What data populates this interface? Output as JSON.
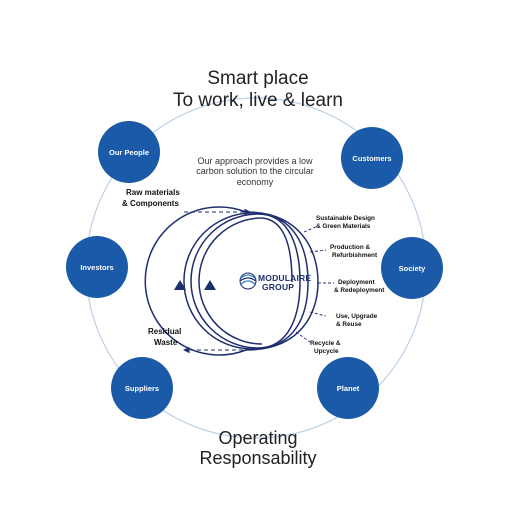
{
  "header": {
    "line1": "Smart place",
    "line2": "To work, live & learn"
  },
  "footer": {
    "line1": "Operating",
    "line2": "Responsability"
  },
  "approach_text": "Our approach provides a low carbon solution to the circular economy",
  "stakeholders": {
    "our_people": "Our People",
    "customers": "Customers",
    "investors": "Investors",
    "society": "Society",
    "suppliers": "Suppliers",
    "planet": "Planet"
  },
  "inputs": {
    "raw_line1": "Raw materials",
    "raw_line2": "& Components",
    "residual_line1": "Residual",
    "residual_line2": "Waste"
  },
  "stages": [
    {
      "line1": "Sustainable  Design",
      "line2": "& Green Materials"
    },
    {
      "line1": "Production &",
      "line2": "Refurbishment"
    },
    {
      "line1": "Deployment",
      "line2": "& Redeployment"
    },
    {
      "line1": "Use, Upgrade",
      "line2": "& Reuse"
    },
    {
      "line1": "Recycle &",
      "line2": "Upcycle"
    }
  ],
  "logo": {
    "line1": "MODULAIRE",
    "line2": "GROUP"
  },
  "colors": {
    "circle_fill": "#1a5aa8",
    "navy": "#1e2f6e",
    "ring": "#bcd0e6"
  }
}
